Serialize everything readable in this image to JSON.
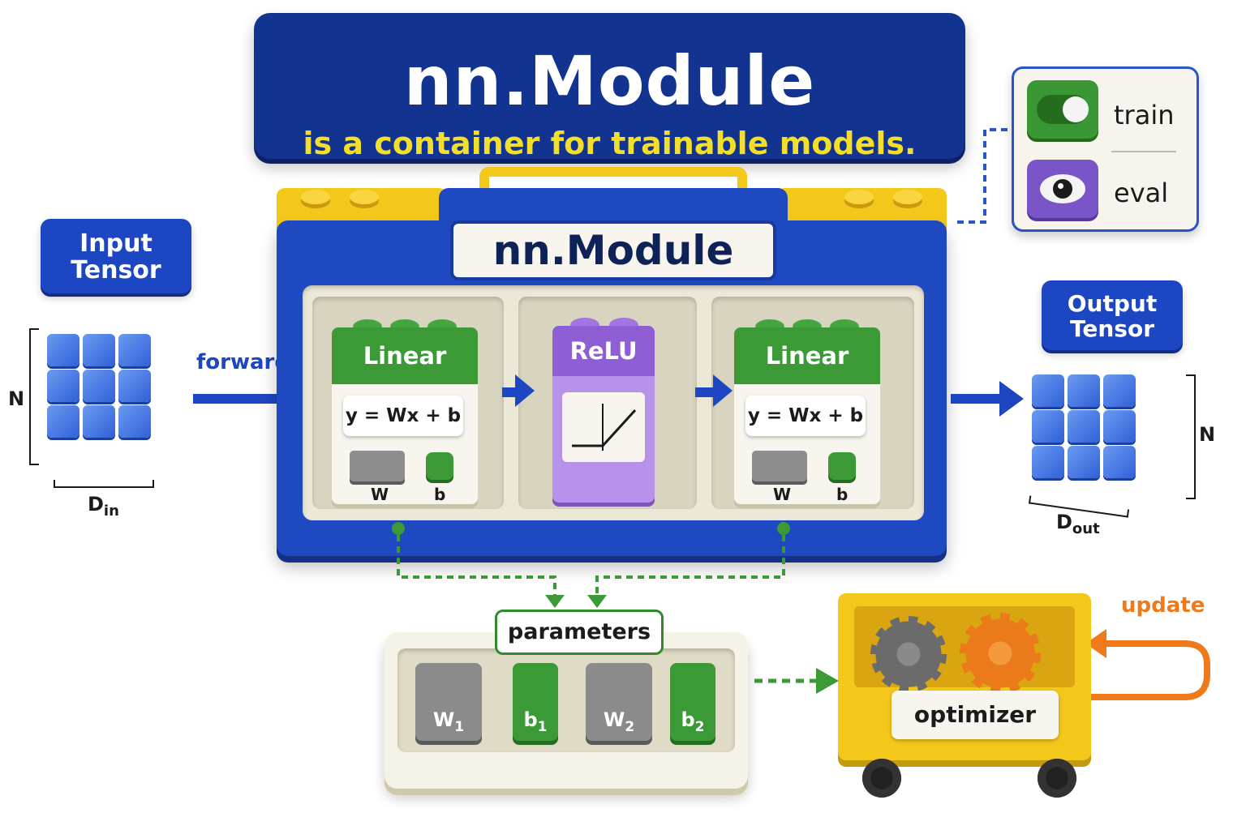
{
  "title": {
    "main": "nn.Module",
    "subtitle": "is a container for trainable models."
  },
  "modes": {
    "train": "train",
    "eval": "eval"
  },
  "input": {
    "label_line1": "Input",
    "label_line2": "Tensor",
    "dim_rows": "N",
    "dim_cols_base": "D",
    "dim_cols_sub": "in"
  },
  "output": {
    "label_line1": "Output",
    "label_line2": "Tensor",
    "dim_rows": "N",
    "dim_cols_base": "D",
    "dim_cols_sub": "out"
  },
  "forward_label": "forward",
  "module": {
    "label": "nn.Module",
    "layers": [
      {
        "name": "Linear",
        "formula": "y = Wx + b",
        "weight": "W",
        "bias": "b"
      },
      {
        "name": "ReLU"
      },
      {
        "name": "Linear",
        "formula": "y = Wx + b",
        "weight": "W",
        "bias": "b"
      }
    ]
  },
  "parameters": {
    "label": "parameters",
    "items": [
      {
        "base": "W",
        "sub": "1"
      },
      {
        "base": "b",
        "sub": "1"
      },
      {
        "base": "W",
        "sub": "2"
      },
      {
        "base": "b",
        "sub": "2"
      }
    ]
  },
  "optimizer": {
    "label": "optimizer",
    "update_label": "update"
  },
  "colors": {
    "navy": "#12338f",
    "blue": "#1d47c2",
    "yellow": "#f4c71b",
    "green": "#3b9a35",
    "purple": "#9a6ad8",
    "orange": "#ee7a1c"
  }
}
